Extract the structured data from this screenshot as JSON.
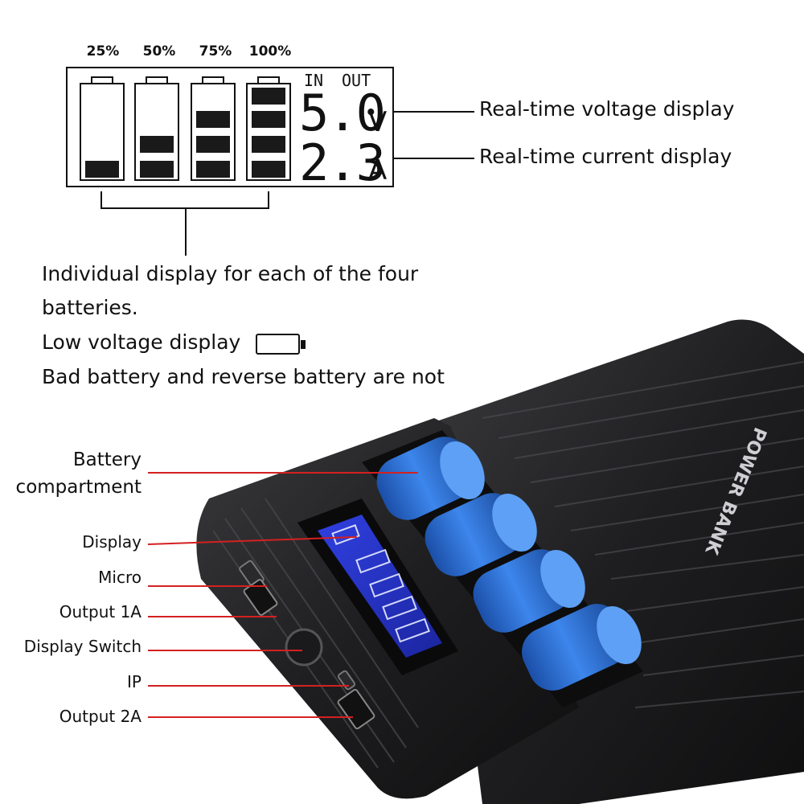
{
  "battery_levels": {
    "labels": [
      "25%",
      "50%",
      "75%",
      "100%"
    ],
    "segments_filled": [
      1,
      2,
      3,
      4
    ]
  },
  "lcd": {
    "in_label": "IN",
    "out_label": "OUT",
    "voltage": "5.0",
    "voltage_unit": "V",
    "current": "2.3",
    "current_unit": "A"
  },
  "callouts": {
    "voltage": "Real-time voltage display",
    "current": "Real-time current display"
  },
  "description": {
    "line1": "Individual display for each of the four",
    "line2": "batteries.",
    "line3": "Low voltage display",
    "line4": "Bad battery and reverse battery are not"
  },
  "product": {
    "case_text": "POWER BANK",
    "parts": [
      "Battery\ncompartment",
      "Display",
      "Micro",
      "Output 1A",
      "Display Switch",
      "IP",
      "Output 2A"
    ]
  },
  "colors": {
    "leader_red": "#d42020",
    "battery_blue": "#2c6fd6",
    "case_black": "#1c1c1e",
    "screen_blue": "#2b3bd9"
  }
}
